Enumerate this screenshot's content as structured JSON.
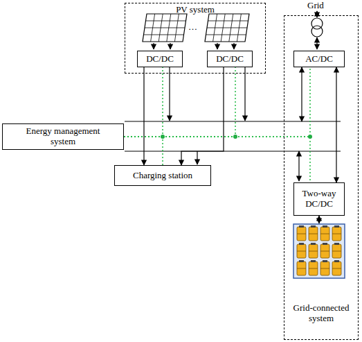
{
  "diagram": {
    "nodes": [
      {
        "text": [
          "PV system"
        ]
      },
      {
        "text": [
          "DC/DC"
        ],
        "in": 0
      },
      {
        "text": [
          "DC/DC"
        ],
        "in": 0
      },
      {
        "text": [
          "Grid-connected system"
        ]
      },
      {
        "text": [
          "AC/DC"
        ],
        "in": 3
      },
      {
        "text": [
          "Energy management system"
        ]
      },
      {
        "text": [
          "Charging station"
        ]
      },
      {
        "text": [
          "Two-way DC/DC"
        ],
        "in": 3
      }
    ],
    "edges": [
      {
        "from": 1,
        "to": 6,
        "arrow": "to"
      },
      {
        "from": 2,
        "to": 6,
        "arrow": "to"
      },
      {
        "from": 4,
        "to": 7,
        "arrow": "both"
      },
      {
        "from": 5,
        "to": 1,
        "arrow": "none"
      },
      {
        "from": 5,
        "to": 2,
        "arrow": "none"
      },
      {
        "from": 5,
        "to": 4,
        "arrow": "none"
      },
      {
        "from": 5,
        "to": 6,
        "arrow": "none"
      },
      {
        "from": 5,
        "to": 7,
        "arrow": "none"
      }
    ],
    "labels": [
      "Grid",
      "…"
    ]
  }
}
